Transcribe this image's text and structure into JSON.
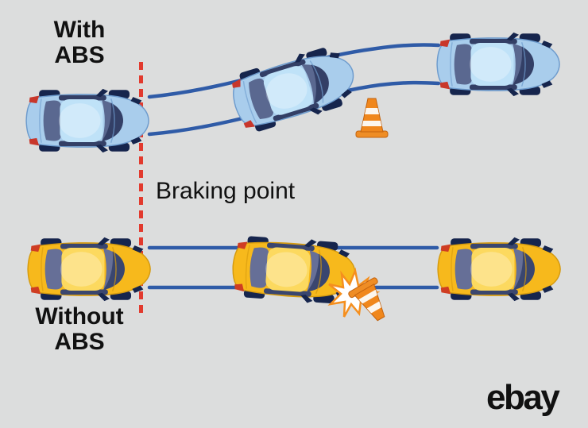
{
  "title": "With ABS vs Without ABS braking diagram",
  "labels": {
    "with_abs_line1": "With",
    "with_abs_line2": "ABS",
    "braking_point": "Braking point",
    "without_abs_line1": "Without",
    "without_abs_line2": "ABS"
  },
  "brand": {
    "logo_text": "ebay"
  },
  "colors": {
    "background": "#dcdddd",
    "track_blue": "#2f5ba7",
    "braking_line_red": "#e23a2e",
    "abs_car_body": "#a9cdec",
    "no_abs_car_body": "#f7b91c",
    "cone_orange": "#f0871c",
    "text": "#111111"
  },
  "scene": {
    "top_row": {
      "label": "With ABS",
      "car_count": 3,
      "car_color_name": "blue"
    },
    "bottom_row": {
      "label": "Without ABS",
      "car_count": 3,
      "car_color_name": "yellow"
    },
    "icons": [
      "traffic-cone-icon",
      "knocked-cone-icon",
      "impact-starburst-icon",
      "braking-point-line"
    ]
  }
}
